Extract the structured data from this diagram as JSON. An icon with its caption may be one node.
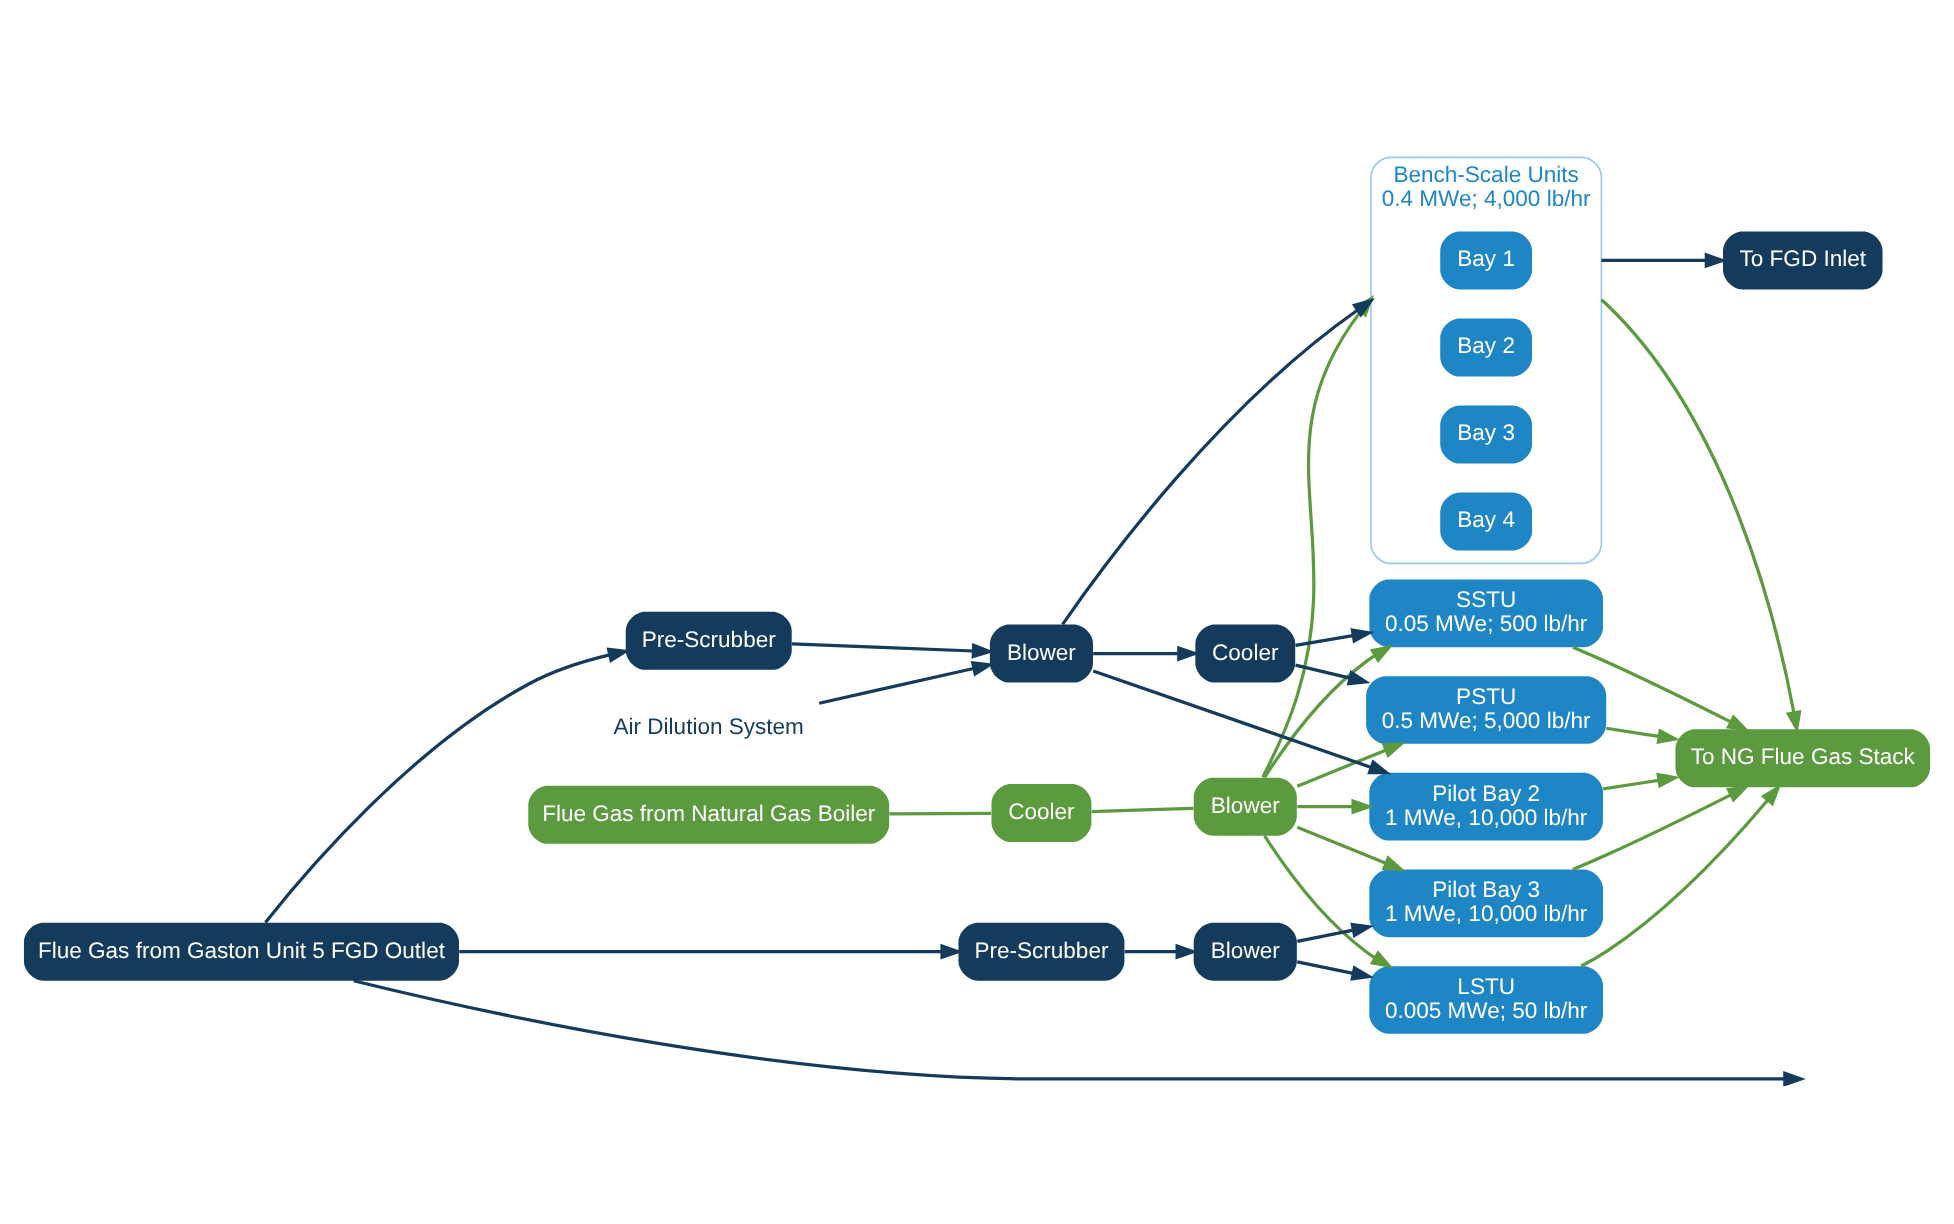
{
  "diagram": {
    "nodes": [
      {
        "text": [
          "Flue Gas from Gaston Unit 5 FGD Outlet"
        ]
      },
      {
        "text": [
          "Flue Gas from Natural Gas Boiler"
        ]
      },
      {
        "text": [
          "Cooler"
        ]
      },
      {
        "text": [
          "Blower"
        ]
      },
      {
        "text": [
          "To FGD Inlet"
        ]
      },
      {
        "text": [
          "To NG Flue Gas Stack"
        ]
      },
      {
        "text": [
          "Bench-Scale Units",
          "0.4 MWe; 4,000 lb/hr"
        ]
      },
      {
        "text": [
          "Bay 1"
        ],
        "in": 6
      },
      {
        "text": [
          "Bay 2"
        ],
        "in": 6
      },
      {
        "text": [
          "Bay 3"
        ],
        "in": 6
      },
      {
        "text": [
          "Bay 4"
        ],
        "in": 6
      },
      {
        "text": [
          "Pre-Scrubber"
        ]
      },
      {
        "text": [
          "Blower"
        ]
      },
      {
        "text": [
          "Air Dilution System"
        ]
      },
      {
        "text": [
          "PSTU",
          "0.5 MWe; 5,000 lb/hr"
        ]
      },
      {
        "text": [
          "Cooler"
        ]
      },
      {
        "text": [
          "SSTU",
          "0.05 MWe; 500 lb/hr"
        ]
      },
      {
        "text": [
          "Pilot Bay 2",
          "1 MWe, 10,000 lb/hr"
        ]
      },
      {
        "text": [
          "Pilot Bay 3",
          "1 MWe, 10,000 lb/hr"
        ]
      },
      {
        "text": [
          "Pre-Scrubber"
        ]
      },
      {
        "text": [
          "Blower"
        ]
      },
      {
        "text": [
          "LSTU",
          "0.005 MWe; 50 lb/hr"
        ]
      }
    ],
    "edges": [
      {
        "from": 0,
        "to": 11,
        "arrow": "to"
      },
      {
        "from": 0,
        "to": 19,
        "arrow": "to"
      },
      {
        "from": 0,
        "to": null,
        "arrow": "to"
      },
      {
        "from": 1,
        "to": 2,
        "arrow": "none",
        "color": "#5b9a3e"
      },
      {
        "from": 2,
        "to": 3,
        "arrow": "none",
        "color": "#5b9a3e"
      },
      {
        "from": 11,
        "to": 12,
        "arrow": "to"
      },
      {
        "from": 13,
        "to": 12,
        "arrow": "to"
      },
      {
        "from": 19,
        "to": 20,
        "arrow": "to"
      },
      {
        "from": 3,
        "to": 6,
        "arrow": "to",
        "color": "#5b9a3e"
      },
      {
        "from": 3,
        "to": 14,
        "arrow": "to",
        "color": "#5b9a3e"
      },
      {
        "from": 3,
        "to": 16,
        "arrow": "to",
        "color": "#5b9a3e"
      },
      {
        "from": 3,
        "to": 17,
        "arrow": "to",
        "color": "#5b9a3e"
      },
      {
        "from": 3,
        "to": 18,
        "arrow": "to",
        "color": "#5b9a3e"
      },
      {
        "from": 3,
        "to": 21,
        "arrow": "to",
        "color": "#5b9a3e"
      },
      {
        "from": 12,
        "to": 6,
        "arrow": "to"
      },
      {
        "from": 12,
        "to": 15,
        "arrow": "to"
      },
      {
        "from": 12,
        "to": 17,
        "arrow": "to"
      },
      {
        "from": 20,
        "to": 18,
        "arrow": "to"
      },
      {
        "from": 20,
        "to": 21,
        "arrow": "to"
      },
      {
        "from": 15,
        "to": 14,
        "arrow": "to"
      },
      {
        "from": 15,
        "to": 16,
        "arrow": "to"
      },
      {
        "from": 6,
        "to": 4,
        "arrow": "to"
      },
      {
        "from": 6,
        "to": 5,
        "arrow": "to",
        "color": "#5b9a3e"
      },
      {
        "from": 14,
        "to": 5,
        "arrow": "to",
        "color": "#5b9a3e"
      },
      {
        "from": 16,
        "to": 5,
        "arrow": "to",
        "color": "#5b9a3e"
      },
      {
        "from": 17,
        "to": 5,
        "arrow": "to",
        "color": "#5b9a3e"
      },
      {
        "from": 18,
        "to": 5,
        "arrow": "to",
        "color": "#5b9a3e"
      },
      {
        "from": 21,
        "to": 5,
        "arrow": "to",
        "color": "#5b9a3e"
      }
    ]
  }
}
